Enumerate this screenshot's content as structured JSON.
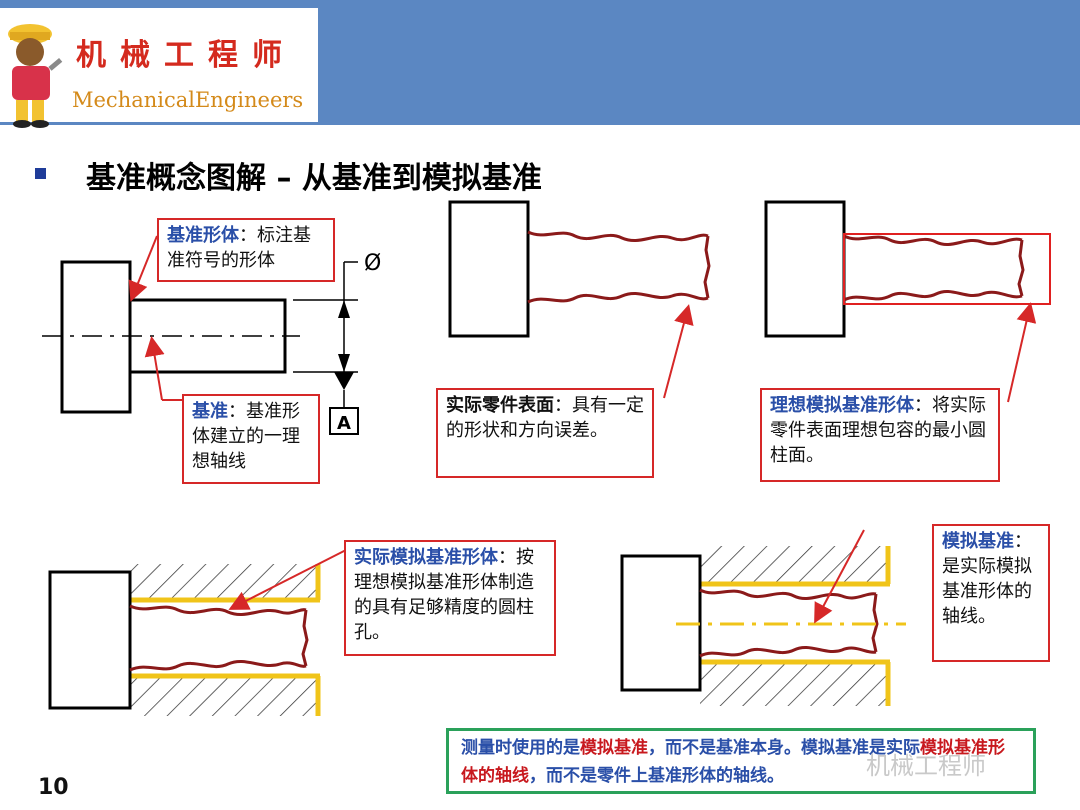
{
  "header": {
    "logo_cn": "机械工程师",
    "logo_en": "MechanicalEngineers"
  },
  "slide": {
    "title": "基准概念图解 – 从基准到模拟基准",
    "page_number": "10"
  },
  "symbols": {
    "diameter": "Ø",
    "datum_letter": "A"
  },
  "callouts": {
    "datum_feature": {
      "keyword": "基准形体",
      "text": "：标注基准符号的形体"
    },
    "datum": {
      "keyword": "基准",
      "text": "：基准形体建立的一理想轴线"
    },
    "actual_surface": {
      "keyword": "实际零件表面",
      "text": "：具有一定的形状和方向误差。"
    },
    "ideal_simulator": {
      "keyword": "理想模拟基准形体",
      "text": "：将实际零件表面理想包容的最小圆柱面。"
    },
    "actual_simulator": {
      "keyword": "实际模拟基准形体",
      "text": "：按理想模拟基准形体制造的具有足够精度的圆柱孔。"
    },
    "simulated_datum": {
      "keyword": "模拟基准",
      "text": "：是实际模拟基准形体的轴线。"
    }
  },
  "note": {
    "p1": "测量时使用的是",
    "p2": "模拟基准",
    "p3": "，而不是基准本身。模拟基准是实际",
    "p4": "模拟基准形体的轴线",
    "p5": "，而不是零件上基准形体的轴线。"
  },
  "watermark": "机械工程师",
  "colors": {
    "header_blue": "#5b87c2",
    "callout_border": "#d62828",
    "keyword_blue": "#2a4fa8",
    "profile_red": "#8b1a1a",
    "gauge_yellow": "#f0c419",
    "note_border": "#2aa15a"
  }
}
